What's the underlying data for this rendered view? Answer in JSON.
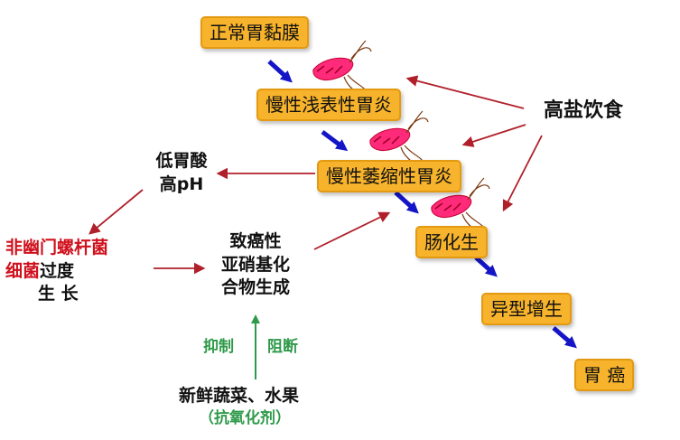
{
  "colors": {
    "box_fill": "#f7b32b",
    "blue_arrow": "#1515c8",
    "red_arrow": "#b0202a",
    "green_arrow": "#2f9a4a",
    "red_text": "#d0101c",
    "green_text": "#2f9a4a"
  },
  "stages": {
    "normal": "正常胃黏膜",
    "superficial": "慢性浅表性胃炎",
    "atrophic": "慢性萎缩性胃炎",
    "metaplasia": "肠化生",
    "dysplasia": "异型增生",
    "cancer": "胃 癌"
  },
  "high_salt": "高盐饮食",
  "low_acid": {
    "line1": "低胃酸",
    "line2": "高pH"
  },
  "bacteria": {
    "line1_red": "非幽门螺杆菌",
    "line2_red": "细菌",
    "line2_black": "过度",
    "line3": "生  长"
  },
  "nitrosamine": {
    "line1": "致癌性",
    "line2": "亚硝基化",
    "line3": "合物生成"
  },
  "inhibit": "抑制",
  "block": "阻断",
  "vegetables": "新鲜蔬菜、水果",
  "antioxidant": "（抗氧化剂）",
  "icons": [
    "helicobacter-bacterium-icon"
  ]
}
